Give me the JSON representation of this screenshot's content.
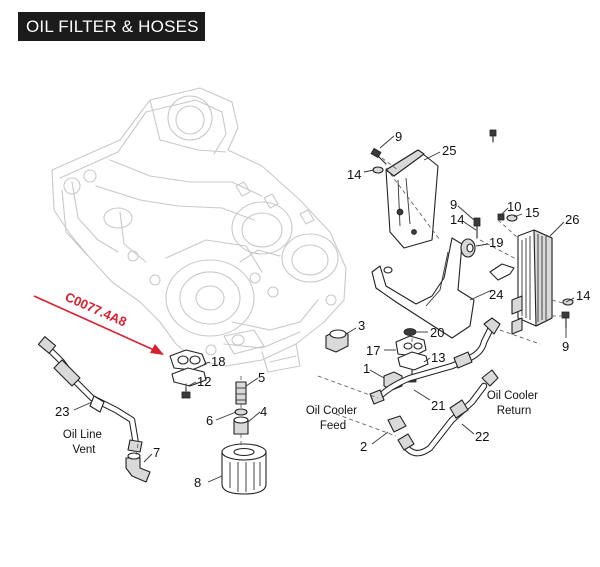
{
  "title": "OIL FILTER & HOSES",
  "reference_code": "C0077.4A8",
  "callouts": [
    {
      "id": "c9a",
      "num": "9"
    },
    {
      "id": "c25",
      "num": "25"
    },
    {
      "id": "c14a",
      "num": "14"
    },
    {
      "id": "c9b",
      "num": "9"
    },
    {
      "id": "c10",
      "num": "10"
    },
    {
      "id": "c15",
      "num": "15"
    },
    {
      "id": "c26",
      "num": "26"
    },
    {
      "id": "c14b",
      "num": "14"
    },
    {
      "id": "c19",
      "num": "19"
    },
    {
      "id": "c24",
      "num": "24"
    },
    {
      "id": "c14c",
      "num": "14"
    },
    {
      "id": "c9c",
      "num": "9"
    },
    {
      "id": "c3",
      "num": "3"
    },
    {
      "id": "c20",
      "num": "20"
    },
    {
      "id": "c17",
      "num": "17"
    },
    {
      "id": "c13",
      "num": "13"
    },
    {
      "id": "c18",
      "num": "18"
    },
    {
      "id": "c12",
      "num": "12"
    },
    {
      "id": "c1",
      "num": "1"
    },
    {
      "id": "c5",
      "num": "5"
    },
    {
      "id": "c21",
      "num": "21"
    },
    {
      "id": "c6",
      "num": "6"
    },
    {
      "id": "c4",
      "num": "4"
    },
    {
      "id": "c23",
      "num": "23"
    },
    {
      "id": "c22",
      "num": "22"
    },
    {
      "id": "c2",
      "num": "2"
    },
    {
      "id": "c7",
      "num": "7"
    },
    {
      "id": "c8",
      "num": "8"
    }
  ],
  "labels": {
    "oil_line_vent": [
      "Oil Line",
      "Vent"
    ],
    "oil_cooler_feed": [
      "Oil Cooler",
      "Feed"
    ],
    "oil_cooler_return": [
      "Oil Cooler",
      "Return"
    ]
  },
  "colors": {
    "title_background": "#1b1b1b",
    "title_text": "#ffffff",
    "reference_red": "#d8202f",
    "engine_outline": "#c9c9c9",
    "part_outline": "#222222"
  }
}
